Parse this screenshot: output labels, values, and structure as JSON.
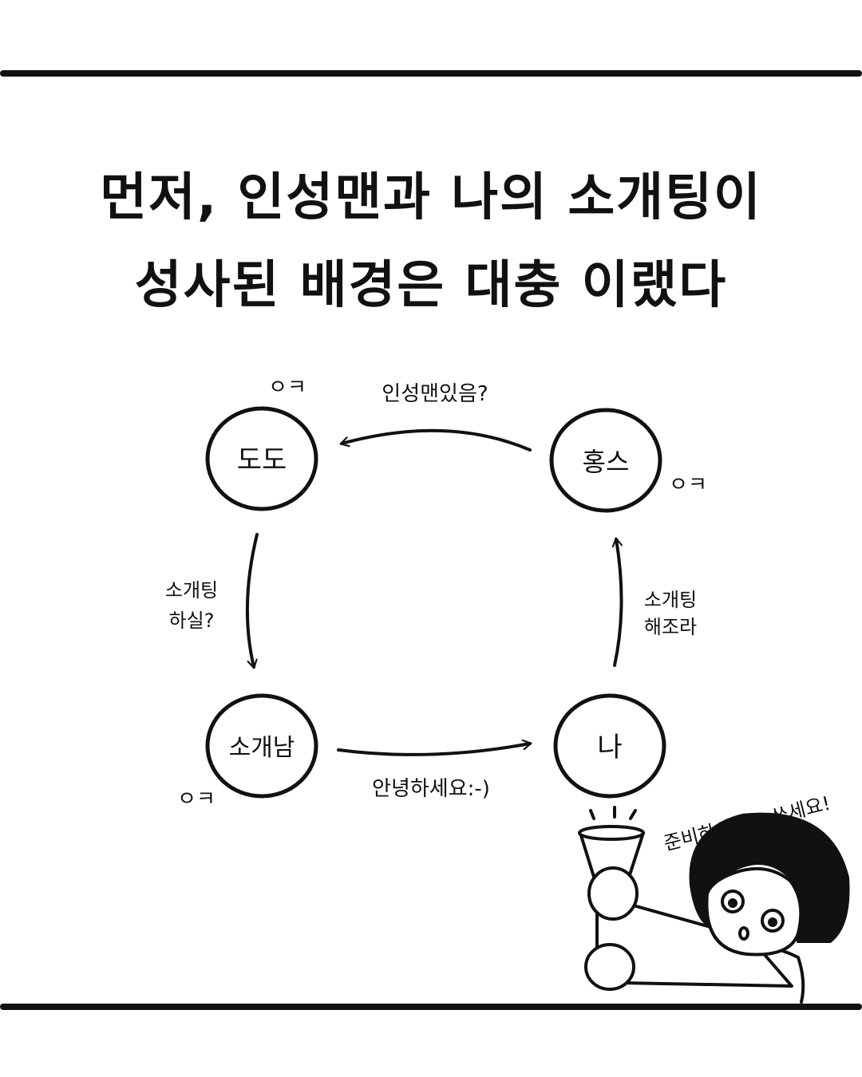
{
  "title": {
    "line1": "먼저, 인성맨과 나의 소개팅이",
    "line2": "성사된 배경은 대충 이랬다"
  },
  "nodes": {
    "dodo": "도도",
    "hongs": "홍스",
    "sogaenam": "소개남",
    "me": "나"
  },
  "arrows": {
    "hongs_to_dodo": "인성맨있음?",
    "dodo_to_sogaenam_line1": "소개팅",
    "dodo_to_sogaenam_line2": "하실?",
    "sogaenam_to_me": "안녕하세요:-)",
    "me_to_hongs_line1": "소개팅",
    "me_to_hongs_line2": "해조라"
  },
  "replies": {
    "dodo_ok": "ㅇㅋ",
    "hongs_ok": "ㅇㅋ",
    "sogaenam_ok": "ㅇㅋ"
  },
  "character": {
    "speech": "준비하시고~ 쏘세요!"
  }
}
